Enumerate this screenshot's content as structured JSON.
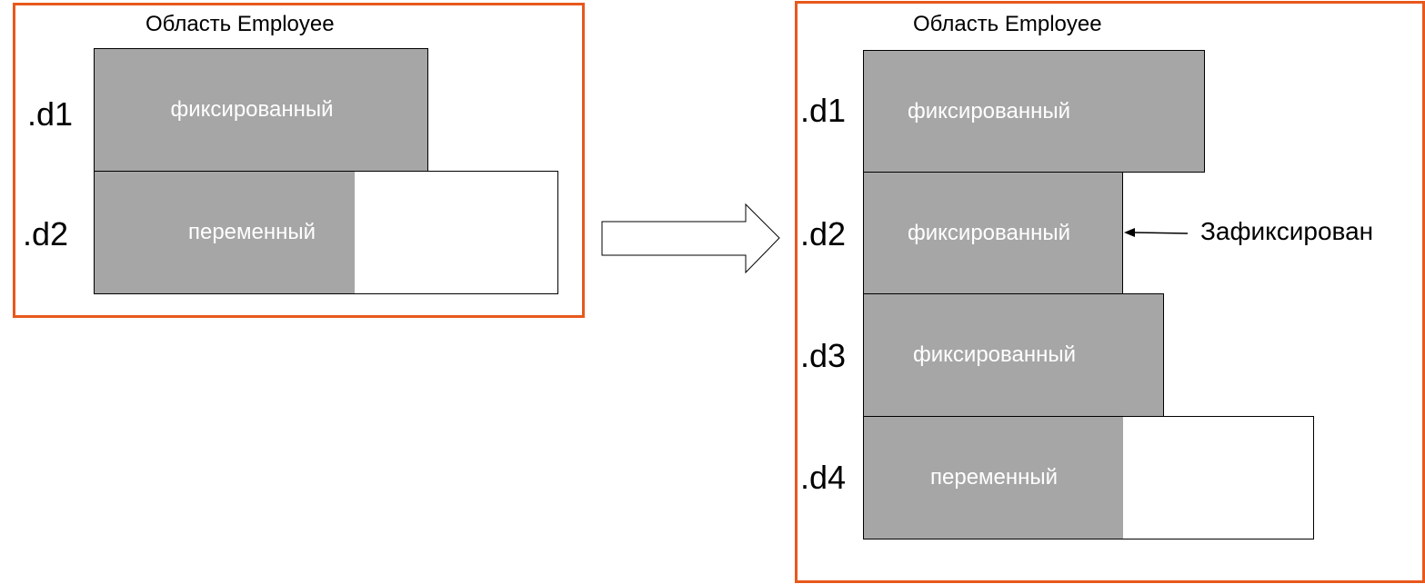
{
  "colors": {
    "panel_border": "#e8581c",
    "fixed_fill": "#a6a6a6",
    "text_on_block": "#ffffff"
  },
  "before": {
    "title": "Область Employee",
    "segments": [
      {
        "label": ".d1",
        "text": "фиксированный",
        "kind": "fixed"
      },
      {
        "label": ".d2",
        "text": "переменный",
        "kind": "variable"
      }
    ]
  },
  "transition": {
    "icon": "right-arrow-icon"
  },
  "after": {
    "title": "Область Employee",
    "segments": [
      {
        "label": ".d1",
        "text": "фиксированный",
        "kind": "fixed"
      },
      {
        "label": ".d2",
        "text": "фиксированный",
        "kind": "fixed"
      },
      {
        "label": ".d3",
        "text": "фиксированный",
        "kind": "fixed"
      },
      {
        "label": ".d4",
        "text": "переменный",
        "kind": "variable"
      }
    ],
    "annotation": {
      "text": "Зафиксирован",
      "icon": "left-arrow-icon"
    }
  }
}
